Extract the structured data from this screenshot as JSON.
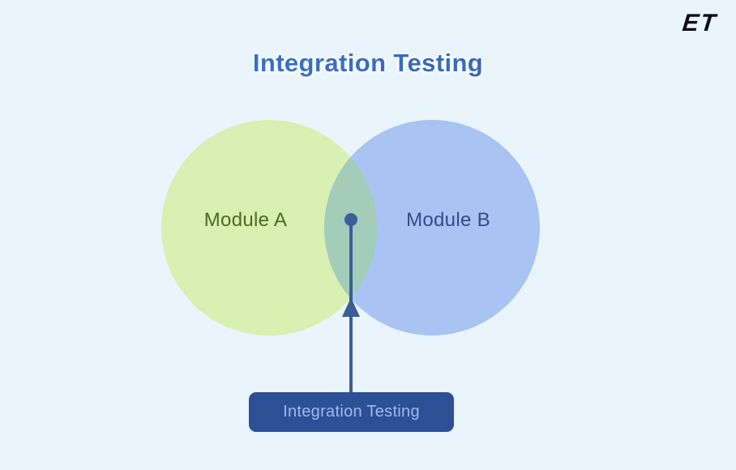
{
  "page": {
    "background": "#EAF4FC"
  },
  "logo": {
    "text": "ET",
    "color": "#0B0E14"
  },
  "title": {
    "text": "Integration Testing",
    "gradient_start": "#2E7CE8",
    "gradient_end": "#39629E"
  },
  "diagram": {
    "circle_a": {
      "label": "Module A",
      "fill": "#D8F0B2",
      "label_color": "#4A6B1E"
    },
    "circle_b": {
      "label": "Module B",
      "fill": "#A9C4F2",
      "label_color": "#2F4C8F"
    },
    "intersection_fill": "#A3CCB9",
    "pointer_color": "#3B5E98"
  },
  "callout": {
    "label": "Integration Testing",
    "background": "#2D4F96",
    "text_color": "#9FB9E9"
  }
}
